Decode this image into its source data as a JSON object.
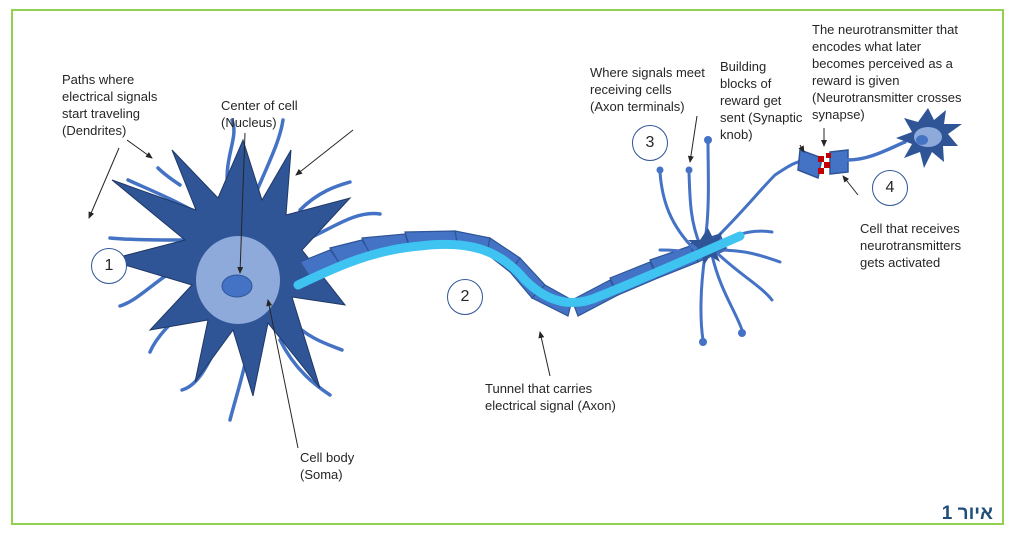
{
  "colors": {
    "frame": "#92d050",
    "neuron_dark": "#2f5597",
    "neuron_mid": "#4472c4",
    "nucleus_area": "#8eaadb",
    "signal": "#3fc3f0",
    "neurotransmitter": "#c00000"
  },
  "labels": {
    "dendrites": "Paths where\nelectrical signals\nstart traveling\n(Dendrites)",
    "nucleus": "Center of cell\n(Nucleus)",
    "soma": "Cell body\n(Soma)",
    "axon": "Tunnel that carries\nelectrical signal (Axon)",
    "axon_terminals": "Where signals meet\nreceiving cells\n(Axon terminals)",
    "synaptic_knob": "Building\nblocks of\nreward get\nsent (Synaptic\nknob)",
    "neurotransmitter": "The neurotransmitter that\nencodes what later\nbecomes perceived as a\nreward is given\n(Neurotransmitter crosses\nsynapse)",
    "receiving_cell": "Cell that receives\nneurotransmitters\ngets activated"
  },
  "numbers": [
    "1",
    "2",
    "3",
    "4"
  ],
  "caption": "איור 1"
}
